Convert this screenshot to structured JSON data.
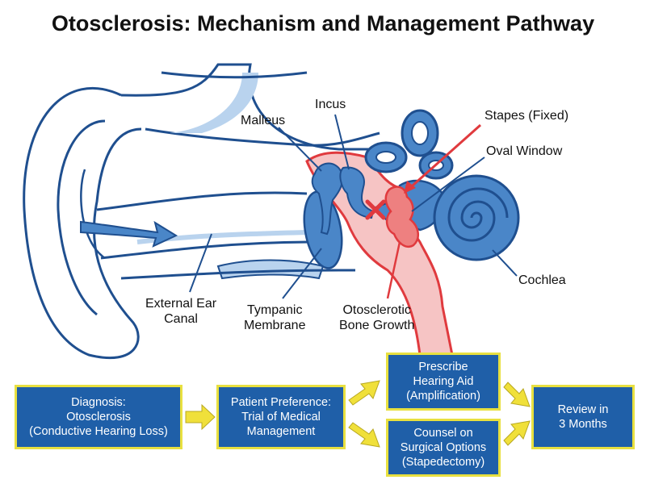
{
  "title": "Otosclerosis: Mechanism and Management Pathway",
  "labels": {
    "incus": "Incus",
    "malleus": "Malleus",
    "stapes": "Stapes (Fixed)",
    "oval_window": "Oval Window",
    "cochlea": "Cochlea",
    "ear_canal": "External Ear\nCanal",
    "tympanic": "Tympanic\nMembrane",
    "bone_growth": "Otosclerotic\nBone Growth"
  },
  "flow": {
    "diagnosis": "Diagnosis:\nOtosclerosis\n(Conductive Hearing Loss)",
    "preference": "Patient Preference:\nTrial of Medical\nManagement",
    "hearing_aid": "Prescribe\nHearing Aid\n(Amplification)",
    "surgery": "Counsel on\nSurgical Options\n(Stapedectomy)",
    "review": "Review in\n3 Months"
  },
  "colors": {
    "outline": "#1f4f8f",
    "bone_fill": "#4a86c8",
    "soft_blue": "#b9d3ee",
    "pathology": "#e03a3e",
    "pathology_fill": "#f6c4c4",
    "box_fill": "#1f5fa8",
    "box_border": "#e8e040",
    "arrow": "#f0e03a"
  }
}
